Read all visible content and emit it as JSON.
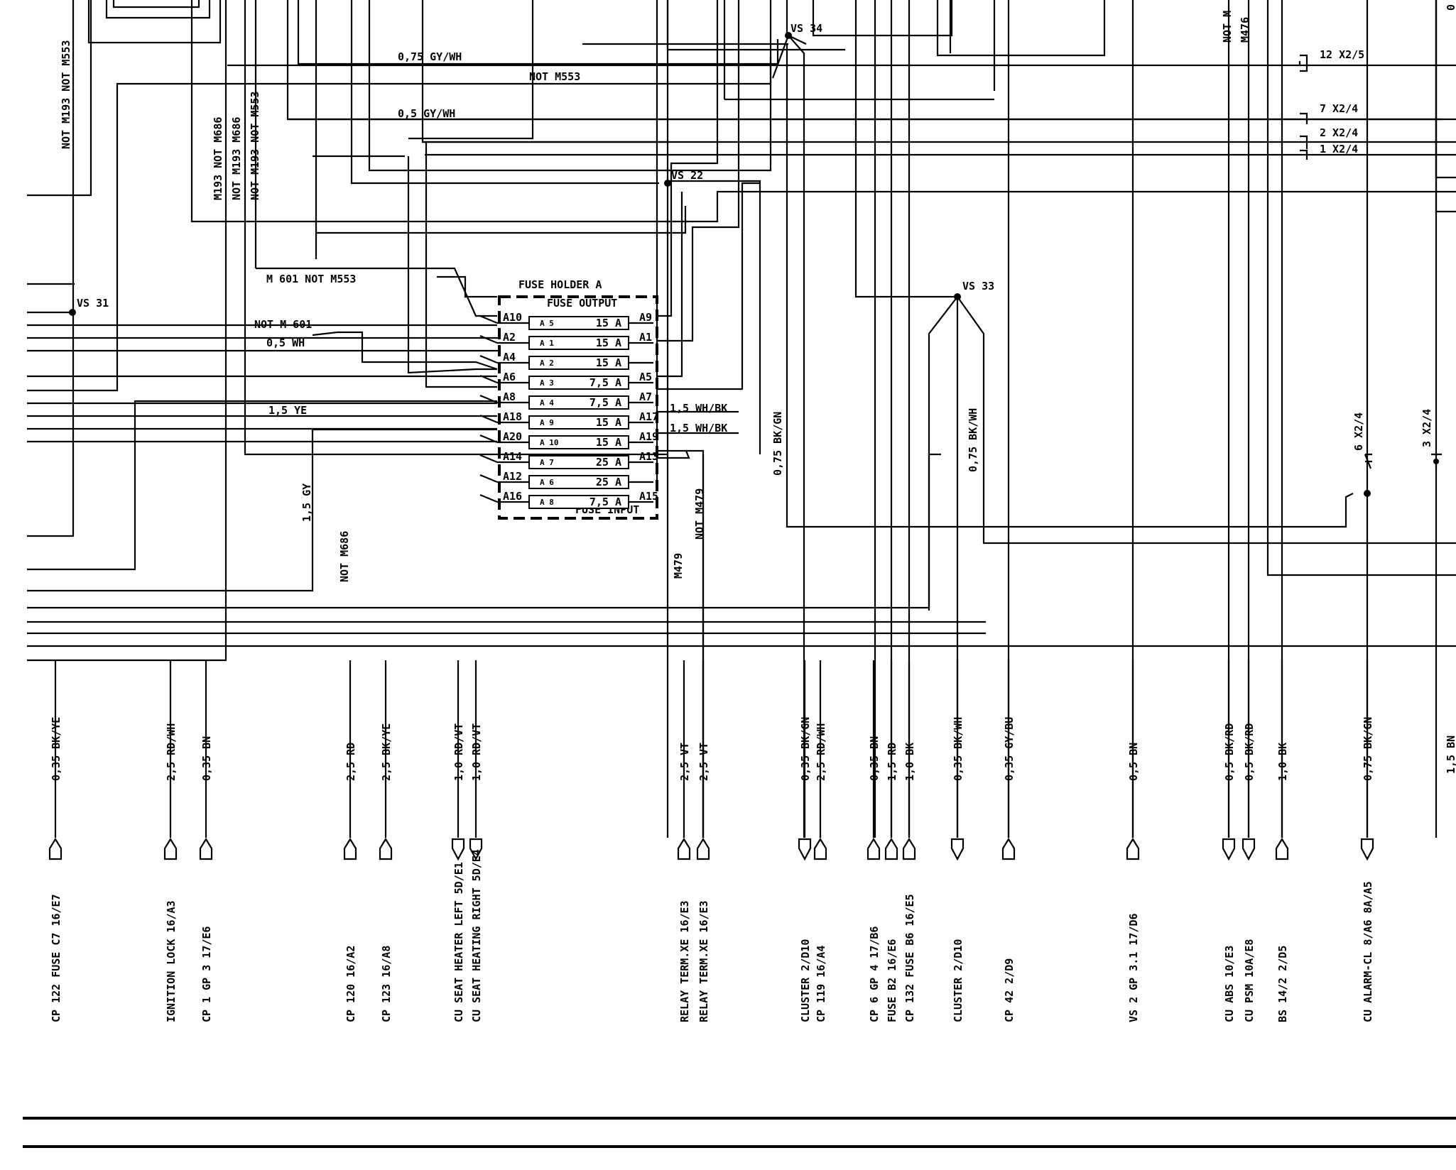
{
  "fuse_holder": {
    "title": "FUSE HOLDER A",
    "output_label": "FUSE OUTPUT",
    "input_label": "FUSE INPUT",
    "fuses": [
      {
        "left": "A10",
        "num": "A 5",
        "rating": "15 A",
        "right": "A9"
      },
      {
        "left": "A2",
        "num": "A 1",
        "rating": "15 A",
        "right": "A1"
      },
      {
        "left": "A4",
        "num": "A 2",
        "rating": "15 A",
        "right": ""
      },
      {
        "left": "A6",
        "num": "A 3",
        "rating": "7,5 A",
        "right": "A5"
      },
      {
        "left": "A8",
        "num": "A 4",
        "rating": "7,5 A",
        "right": "A7"
      },
      {
        "left": "A18",
        "num": "A 9",
        "rating": "15 A",
        "right": "A17"
      },
      {
        "left": "A20",
        "num": "A 10",
        "rating": "15 A",
        "right": "A19"
      },
      {
        "left": "A14",
        "num": "A 7",
        "rating": "25 A",
        "right": "A13"
      },
      {
        "left": "A12",
        "num": "A 6",
        "rating": "25 A",
        "right": ""
      },
      {
        "left": "A16",
        "num": "A 8",
        "rating": "7,5 A",
        "right": "A15"
      }
    ]
  },
  "splices": [
    "VS 31",
    "VS 22",
    "VS 34",
    "VS 33"
  ],
  "h_labels": {
    "gy_wh_075": "0,75 GY/WH",
    "not_m553": "NOT M553",
    "gy_wh_05": "0,5 GY/WH",
    "m601_not_m553": "M 601  NOT   M553",
    "not_m601": "NOT M 601",
    "wh_05": "0,5 WH",
    "ye_15": "1,5 YE",
    "wh_bk_a": "1,5 WH/BK",
    "wh_bk_b": "1,5 WH/BK",
    "x2_5": "12 X2/5",
    "x2_4_7": "7 X2/4",
    "x2_4_2": "2 X2/4",
    "x2_4_1": "1 X2/4"
  },
  "v_labels": {
    "top_left": "NOT  M193 NOT  M553",
    "m193_not_m686": "M193 NOT M686",
    "not_m193_m686": "NOT  M193  M686",
    "not_m193_not_m553": "NOT  M193 NOT  M553",
    "gy_15": "1,5 GY",
    "not_m686": "NOT M686",
    "m479": "M479",
    "not_m479": "NOT M479",
    "bk_gn_075": "0,75 BK/GN",
    "bk_wh_075": "0,75 BK/WH",
    "not_m": "NOT M",
    "m476": "M476",
    "x2_4_6": "6 X2/4",
    "x2_4_3": "3 X2/4",
    "edge_0": "0",
    "edge_bn": "1,5 BN"
  },
  "connectors": [
    {
      "wire": "0,35 BK/YE",
      "dest": "CP 122 FUSE C7  16/E7",
      "dir": "up"
    },
    {
      "wire": "2,5 RD/WH",
      "dest": "IGNITION LOCK  16/A3",
      "dir": "up"
    },
    {
      "wire": "0,35 BN",
      "dest": "CP 1 GP 3  17/E6",
      "dir": "up"
    },
    {
      "wire": "2,5 RD",
      "dest": "CP 120  16/A2",
      "dir": "up"
    },
    {
      "wire": "2,5 BK/YE",
      "dest": "CP 123  16/A8",
      "dir": "up"
    },
    {
      "wire": "1,0 RD/VT",
      "dest": "CU SEAT HEATER LEFT  5D/E1",
      "dir": "down"
    },
    {
      "wire": "1,0 RD/VT",
      "dest": "CU SEAT HEATING RIGHT  5D/E4",
      "dir": "down"
    },
    {
      "wire": "2,5 VT",
      "dest": "RELAY TERM.XE  16/E3",
      "dir": "up"
    },
    {
      "wire": "2,5 VT",
      "dest": "RELAY TERM.XE  16/E3",
      "dir": "up"
    },
    {
      "wire": "0,35 BK/GN",
      "dest": "CLUSTER  2/D10",
      "dir": "down"
    },
    {
      "wire": "2,5 RD/WH",
      "dest": "CP 119  16/A4",
      "dir": "up"
    },
    {
      "wire": "0,35 BN",
      "dest": "CP 6 GP 4  17/B6",
      "dir": "up"
    },
    {
      "wire": "1,5 RD",
      "dest": "FUSE B2  16/E6",
      "dir": "up"
    },
    {
      "wire": "1,0 BK",
      "dest": "CP 132 FUSE B6  16/E5",
      "dir": "up"
    },
    {
      "wire": "0,35 BK/WH",
      "dest": "CLUSTER  2/D10",
      "dir": "down"
    },
    {
      "wire": "0,35 GY/BU",
      "dest": "CP 42  2/D9",
      "dir": "up"
    },
    {
      "wire": "0,5 BN",
      "dest": "VS 2 GP 3.1  17/D6",
      "dir": "up"
    },
    {
      "wire": "0,5 BK/RD",
      "dest": "CU ABS  10/E3",
      "dir": "down"
    },
    {
      "wire": "0,5 BK/RD",
      "dest": "CU PSM  10A/E8",
      "dir": "down"
    },
    {
      "wire": "1,0 BK",
      "dest": "BS 14/2  2/D5",
      "dir": "up"
    },
    {
      "wire": "0,75 BK/GN",
      "dest": "CU ALARM-CL 8/A6 8A/A5",
      "dir": "down"
    }
  ]
}
